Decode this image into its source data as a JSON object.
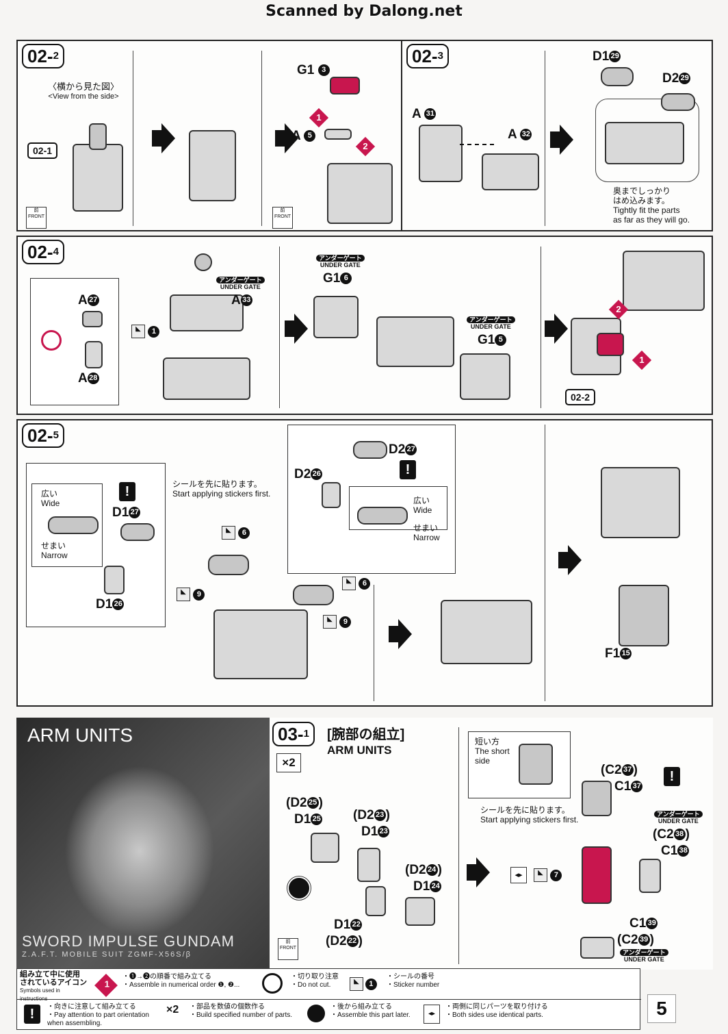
{
  "header": {
    "scan_credit": "Scanned by Dalong.net"
  },
  "steps": {
    "s02_2": {
      "label_main": "02-",
      "label_sub": "2",
      "side_view_jp": "〈横から見た図〉",
      "side_view_en": "<View from the side>",
      "ref": "02-1",
      "parts": [
        "G1",
        "A"
      ],
      "part_nums": [
        "3",
        "5"
      ],
      "seq": [
        "1",
        "2"
      ]
    },
    "s02_3": {
      "label_main": "02-",
      "label_sub": "3",
      "parts": [
        "A",
        "A",
        "D1",
        "D2"
      ],
      "part_nums": [
        "31",
        "32",
        "29",
        "29"
      ],
      "note_jp1": "奥までしっかり",
      "note_jp2": "はめ込みます。",
      "note_en1": "Tightly fit the parts",
      "note_en2": "as far as they will go."
    },
    "s02_4": {
      "label_main": "02-",
      "label_sub": "4",
      "parts": [
        "A",
        "A",
        "A",
        "G1",
        "G1"
      ],
      "part_nums": [
        "27",
        "28",
        "33",
        "6",
        "5"
      ],
      "ug_jp": "アンダーゲート",
      "ug_en": "UNDER GATE",
      "sticker": "1",
      "ref": "02-2",
      "seq": [
        "1",
        "2"
      ]
    },
    "s02_5": {
      "label_main": "02-",
      "label_sub": "5",
      "wide_jp": "広い",
      "wide_en": "Wide",
      "narrow_jp": "せまい",
      "narrow_en": "Narrow",
      "sticker_note_jp": "シールを先に貼ります。",
      "sticker_note_en": "Start applying stickers first.",
      "parts": [
        "D1",
        "D1",
        "D2",
        "D2",
        "F1"
      ],
      "part_nums": [
        "27",
        "26",
        "27",
        "26",
        "15"
      ],
      "stickers": [
        "6",
        "9",
        "6",
        "9"
      ]
    },
    "s03_1": {
      "label_main": "03-",
      "label_sub": "1",
      "title_jp": "[腕部の組立]",
      "title_en": "ARM UNITS",
      "mult": "×2",
      "parts_left": [
        {
          "a": "(D2",
          "n": "25",
          "b": ")"
        },
        {
          "a": "D1",
          "n": "25",
          "b": ""
        },
        {
          "a": "(D2",
          "n": "23",
          "b": ")"
        },
        {
          "a": "D1",
          "n": "23",
          "b": ""
        },
        {
          "a": "(D2",
          "n": "24",
          "b": ")"
        },
        {
          "a": "D1",
          "n": "24",
          "b": ""
        },
        {
          "a": "D1",
          "n": "22",
          "b": ""
        },
        {
          "a": "(D2",
          "n": "22",
          "b": ")"
        }
      ],
      "short_jp": "短い方",
      "short_en1": "The short",
      "short_en2": "side",
      "sticker_note_jp": "シールを先に貼ります。",
      "sticker_note_en": "Start applying stickers first.",
      "parts_right": [
        {
          "a": "(C2",
          "n": "37",
          "b": ")"
        },
        {
          "a": "C1",
          "n": "37",
          "b": ""
        },
        {
          "a": "(C2",
          "n": "38",
          "b": ")"
        },
        {
          "a": "C1",
          "n": "38",
          "b": ""
        },
        {
          "a": "C1",
          "n": "39",
          "b": ""
        },
        {
          "a": "(C2",
          "n": "39",
          "b": ")"
        }
      ],
      "sticker": "7",
      "ug_jp": "アンダーゲート",
      "ug_en": "UNDER GATE"
    }
  },
  "front_label_jp": "前",
  "front_label_en": "FRONT",
  "arm_panel": {
    "title": "ARM UNITS",
    "model_name": "SWORD IMPULSE GUNDAM",
    "model_sub": "Z.A.F.T. MOBILE SUIT ZGMF-X56S/β"
  },
  "legend": {
    "title_jp1": "組み立て中に使用",
    "title_jp2": "されているアイコン",
    "title_en": "Symbols used in instructions",
    "items": [
      {
        "jp": "・❶→❷の順番で組み立てる",
        "en": "・Assemble in numerical order ❶, ❷..."
      },
      {
        "jp": "・切り取り注意",
        "en": "・Do not cut."
      },
      {
        "jp": "・シールの番号",
        "en": "・Sticker number"
      },
      {
        "jp": "・向きに注意して組み立てる",
        "en": "・Pay attention to part orientation when assembling."
      },
      {
        "jp": "・部品を数値の個数作る",
        "en": "・Build specified number of parts."
      },
      {
        "jp": "・後から組み立てる",
        "en": "・Assemble this part later."
      },
      {
        "jp": "・両側に同じパーツを取り付ける",
        "en": "・Both sides use identical parts."
      }
    ],
    "mult": "×2"
  },
  "page_number": "5"
}
